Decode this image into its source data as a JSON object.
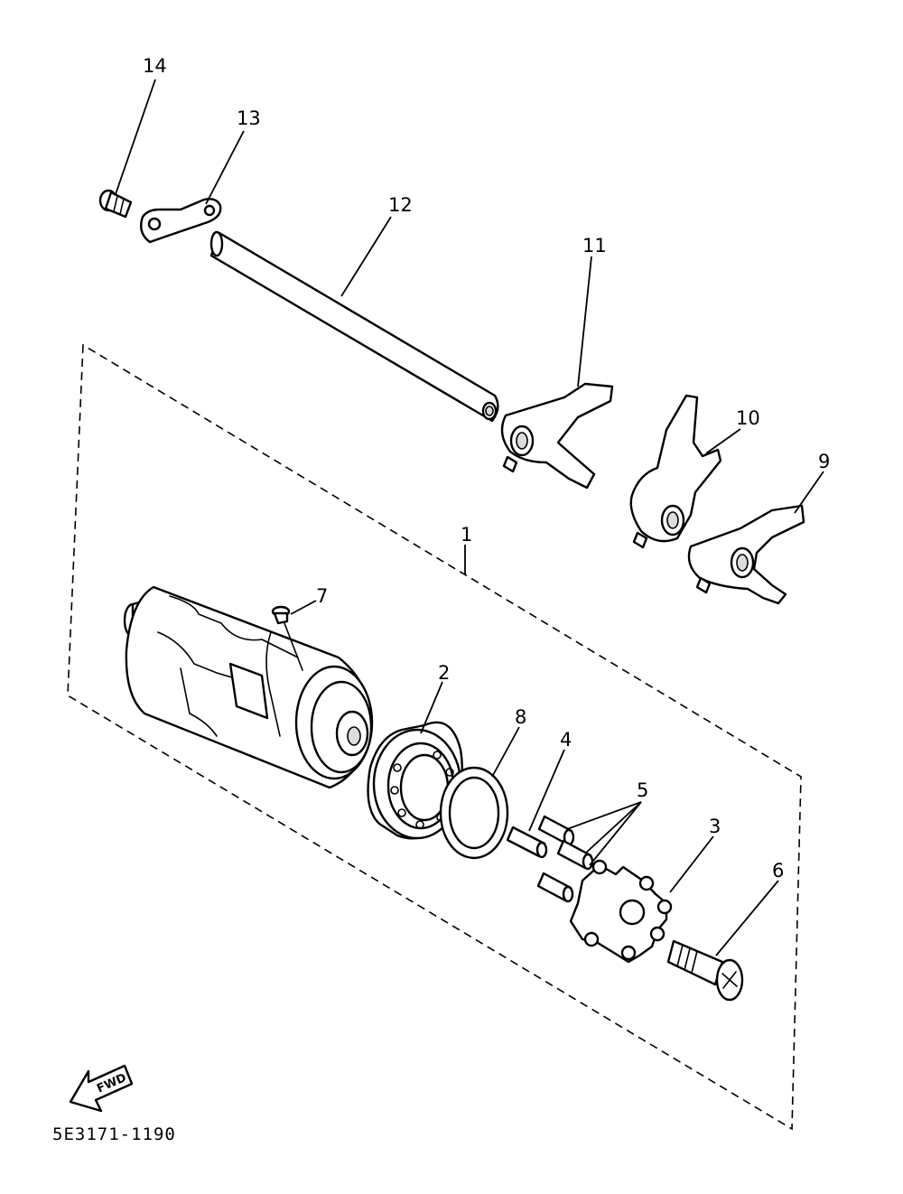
{
  "callouts": [
    {
      "id": "1",
      "text": "1"
    },
    {
      "id": "2",
      "text": "2"
    },
    {
      "id": "3",
      "text": "3"
    },
    {
      "id": "4",
      "text": "4"
    },
    {
      "id": "5",
      "text": "5"
    },
    {
      "id": "6",
      "text": "6"
    },
    {
      "id": "7",
      "text": "7"
    },
    {
      "id": "8",
      "text": "8"
    },
    {
      "id": "9",
      "text": "9"
    },
    {
      "id": "10",
      "text": "10"
    },
    {
      "id": "11",
      "text": "11"
    },
    {
      "id": "12",
      "text": "12"
    },
    {
      "id": "13",
      "text": "13"
    },
    {
      "id": "14",
      "text": "14"
    }
  ],
  "fwd_label": "FWD",
  "drawing_code": "5E3171-1190"
}
